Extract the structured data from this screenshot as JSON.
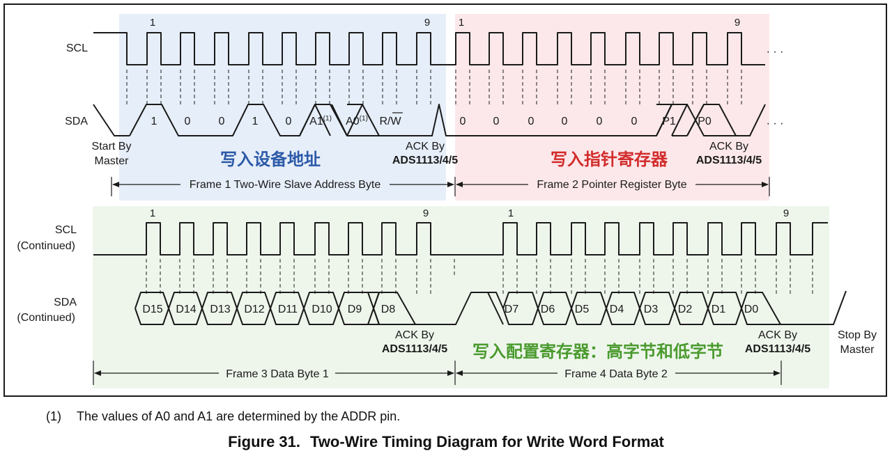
{
  "colors": {
    "frame1_bg": "#e6eef9",
    "frame2_bg": "#fce8ea",
    "frames34_bg": "#eef6ec",
    "title_blue": "#2d5aa8",
    "title_red": "#d22c2c",
    "title_green": "#4a9a2e",
    "wave": "#1a1a1a"
  },
  "labels": {
    "scl": "SCL",
    "sda": "SDA",
    "scl_cont_1": "SCL",
    "scl_cont_2": "(Continued)",
    "sda_cont_1": "SDA",
    "sda_cont_2": "(Continued)",
    "start_1": "Start By",
    "start_2": "Master",
    "stop_1": "Stop By",
    "stop_2": "Master",
    "ack_1": "ACK By",
    "ack_2": "ADS1113/4/5",
    "ellipsis": "· · ·"
  },
  "clock_markers": {
    "first": "1",
    "last": "9"
  },
  "frames": {
    "frame1": "Frame 1 Two-Wire Slave Address Byte",
    "frame2": "Frame 2 Pointer Register Byte",
    "frame3": "Frame 3 Data Byte 1",
    "frame4": "Frame 4 Data Byte 2"
  },
  "titles": {
    "frame1": "写入设备地址",
    "frame2": "写入指针寄存器",
    "frames34": "写入配置寄存器：高字节和低字节"
  },
  "bits": {
    "row1_frame1": [
      "1",
      "0",
      "0",
      "1",
      "0",
      "A1",
      "A0",
      "R/W"
    ],
    "row1_frame1_sup": [
      "",
      "",
      "",
      "",
      "",
      "(1)",
      "(1)",
      ""
    ],
    "row1_frame2": [
      "0",
      "0",
      "0",
      "0",
      "0",
      "0",
      "P1",
      "P0"
    ],
    "row2_frame3": [
      "D15",
      "D14",
      "D13",
      "D12",
      "D11",
      "D10",
      "D9",
      "D8"
    ],
    "row2_frame4": [
      "D7",
      "D6",
      "D5",
      "D4",
      "D3",
      "D2",
      "D1",
      "D0"
    ]
  },
  "footnote": {
    "number": "(1)",
    "text": "The values of A0 and A1 are determined by the ADDR pin."
  },
  "caption": {
    "figure": "Figure 31.",
    "text": "Two-Wire Timing Diagram for Write Word Format"
  }
}
